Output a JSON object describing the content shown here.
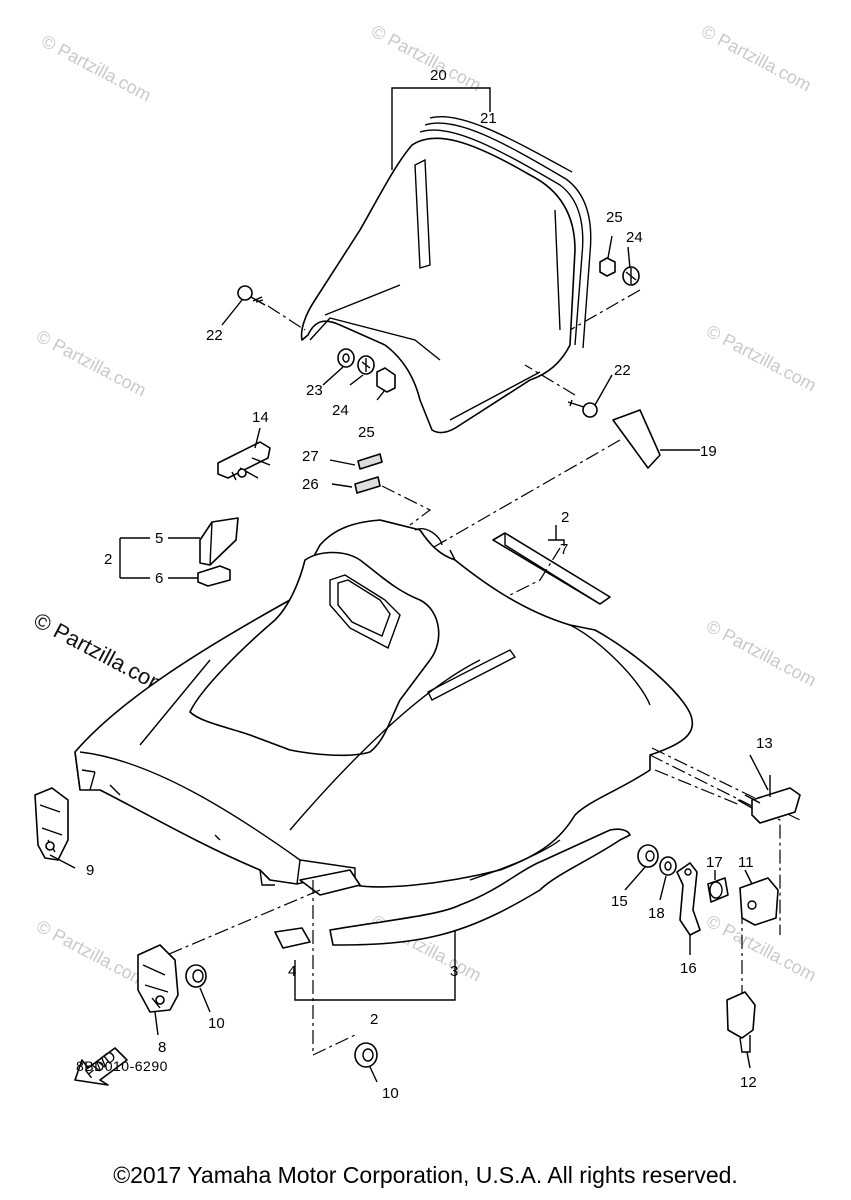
{
  "watermarks": {
    "brand": "© Partzilla.com",
    "brand_big": "© Partzilla.com"
  },
  "callouts": {
    "c2a": "2",
    "c2b": "2",
    "c2c": "2",
    "c3": "3",
    "c4": "4",
    "c5": "5",
    "c6": "6",
    "c7": "7",
    "c8": "8",
    "c9": "9",
    "c10a": "10",
    "c10b": "10",
    "c11": "11",
    "c12": "12",
    "c13": "13",
    "c14": "14",
    "c15": "15",
    "c16": "16",
    "c17": "17",
    "c18": "18",
    "c19": "19",
    "c20": "20",
    "c21": "21",
    "c22a": "22",
    "c22b": "22",
    "c23": "23",
    "c24a": "24",
    "c24b": "24",
    "c25a": "25",
    "c25b": "25",
    "c26": "26",
    "c27": "27"
  },
  "fwd_label": "FWD",
  "diagram_code": "8BD010-6290",
  "copyright": "©2017  Yamaha Motor Corporation, U.S.A. All rights reserved."
}
